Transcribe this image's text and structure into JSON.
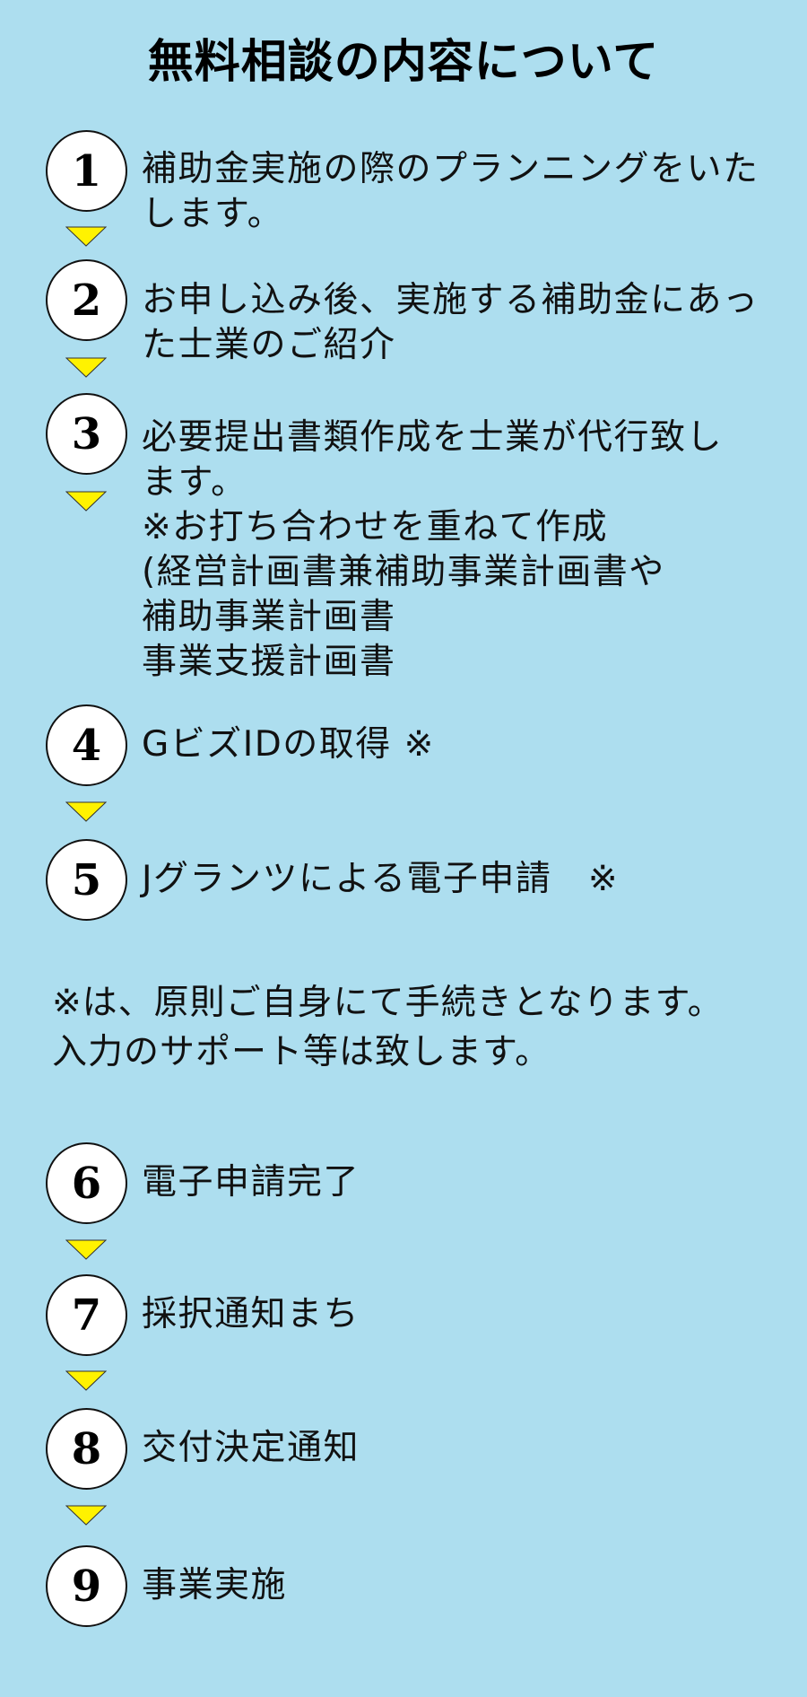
{
  "title": "無料相談の内容について",
  "colors": {
    "background": "#ADDEEF",
    "circle_fill": "#FFFFFF",
    "circle_border": "#111111",
    "arrow_fill": "#FFF200",
    "arrow_border": "#333333",
    "text": "#111111"
  },
  "steps": [
    {
      "number": "1",
      "lines": [
        "補助金実施の際のプランニングをいた",
        "します。"
      ]
    },
    {
      "number": "2",
      "lines": [
        "お申し込み後、実施する補助金にあっ",
        "た士業のご紹介"
      ]
    },
    {
      "number": "3",
      "lines": [
        "必要提出書類作成を士業が代行致し",
        "ます。",
        "※お打ち合わせを重ねて作成",
        "(経営計画書兼補助事業計画書や",
        "補助事業計画書",
        "事業支援計画書"
      ]
    },
    {
      "number": "4",
      "lines": [
        "GビズIDの取得 ※"
      ]
    },
    {
      "number": "5",
      "lines": [
        "Jグランツによる電子申請　※"
      ]
    },
    {
      "number": "6",
      "lines": [
        "電子申請完了"
      ]
    },
    {
      "number": "7",
      "lines": [
        "採択通知まち"
      ]
    },
    {
      "number": "8",
      "lines": [
        "交付決定通知"
      ]
    },
    {
      "number": "9",
      "lines": [
        "事業実施"
      ]
    }
  ],
  "note": {
    "lines": [
      "※は、原則ご自身にて手続きとなります。",
      "入力のサポート等は致します。"
    ]
  },
  "icons": {
    "arrow": "down-triangle-icon"
  }
}
